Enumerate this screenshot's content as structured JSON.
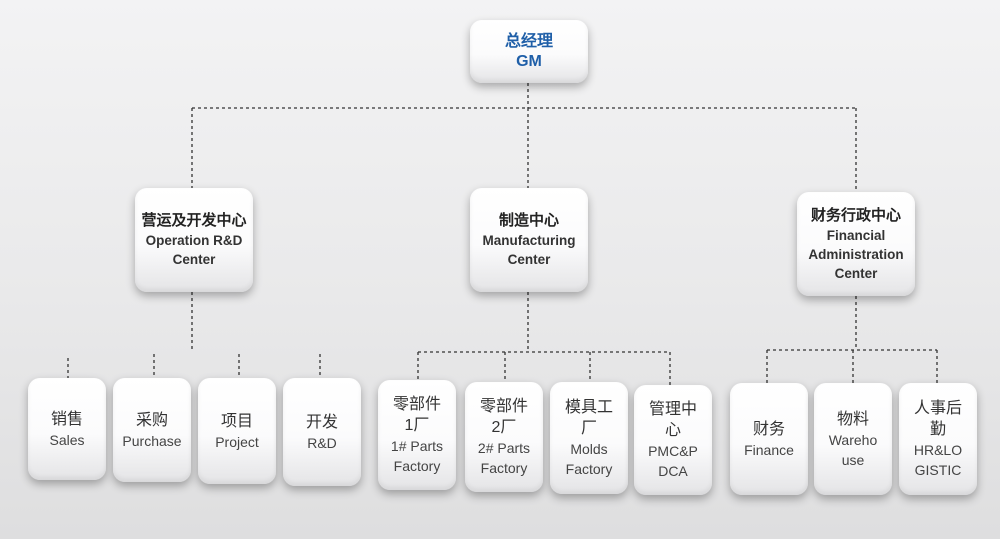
{
  "gm": {
    "zh": "总经理",
    "en": "GM"
  },
  "centers": [
    {
      "zh": "营运及开发中心",
      "en": "Operation R&D\nCenter"
    },
    {
      "zh": "制造中心",
      "en": "Manufacturing\nCenter"
    },
    {
      "zh": "财务行政中心",
      "en": "Financial\nAdministration\nCenter"
    }
  ],
  "departments": [
    {
      "zh": "销售",
      "en": "Sales"
    },
    {
      "zh": "采购",
      "en": "Purchase"
    },
    {
      "zh": "项目",
      "en": "Project"
    },
    {
      "zh": "开发",
      "en": "R&D"
    },
    {
      "zh": "零部件\n1厂",
      "en": "1# Parts\nFactory"
    },
    {
      "zh": "零部件\n2厂",
      "en": "2# Parts\nFactory"
    },
    {
      "zh": "模具工\n厂",
      "en": "Molds\nFactory"
    },
    {
      "zh": "管理中\n心",
      "en": "PMC&P\nDCA"
    },
    {
      "zh": "财务",
      "en": "Finance"
    },
    {
      "zh": "物料",
      "en": "Wareho\nuse"
    },
    {
      "zh": "人事后\n勤",
      "en": "HR&LO\nGISTIC"
    }
  ]
}
